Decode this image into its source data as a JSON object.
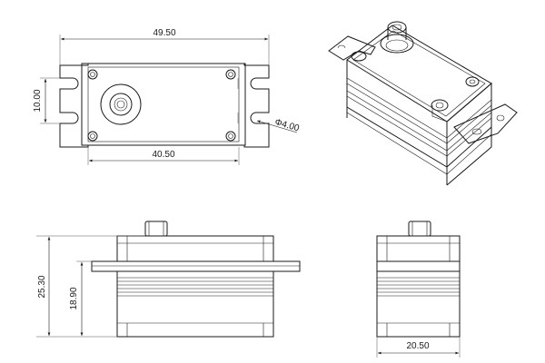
{
  "drawing": {
    "background": "#ffffff",
    "line_color": "#1a1a1a",
    "dimensions": {
      "top_width": "49.50",
      "top_height": "10.00",
      "hole_spacing": "40.50",
      "hole_diameter": "Φ4.00",
      "total_height": "25.30",
      "body_height": "18.90",
      "side_width": "20.50"
    }
  }
}
